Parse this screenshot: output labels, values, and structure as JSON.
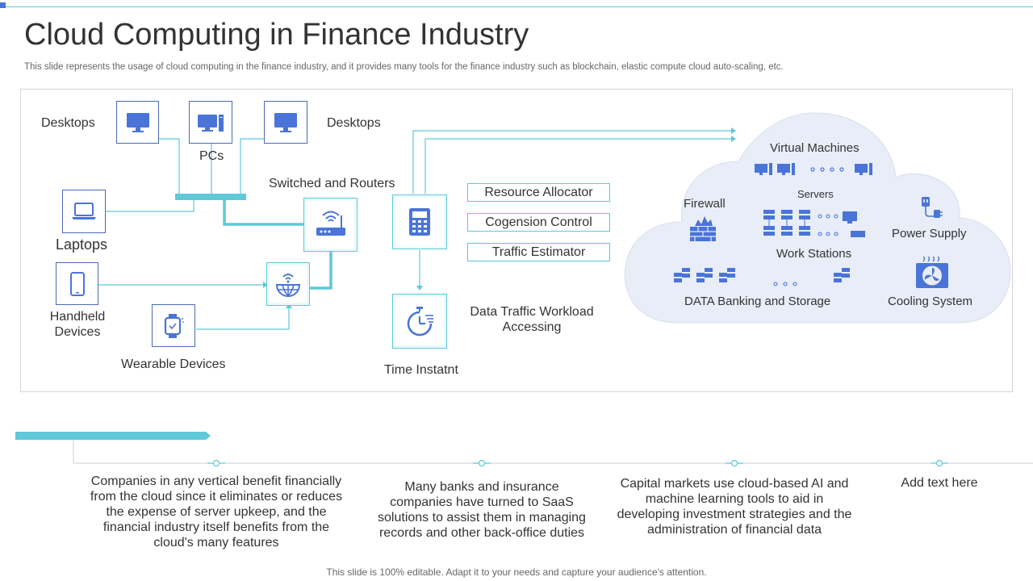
{
  "header": {
    "title": "Cloud Computing in Finance Industry",
    "subtitle": "This slide represents the usage of cloud computing in the finance industry, and it provides many tools for the finance industry such as blockchain, elastic compute cloud auto-scaling, etc."
  },
  "diagram": {
    "desktops_left": "Desktops",
    "desktops_right": "Desktops",
    "pcs": "PCs",
    "laptops": "Laptops",
    "handheld": "Handheld Devices",
    "wearable": "Wearable Devices",
    "switched_routers": "Switched and Routers",
    "time_instant": "Time Instatnt",
    "data_traffic": "Data Traffic Workload Accessing",
    "resource_allocator": "Resource Allocator",
    "cogension_control": "Cogension Control",
    "traffic_estimator": "Traffic Estimator"
  },
  "cloud": {
    "virtual_machines": "Virtual Machines",
    "servers": "Servers",
    "firewall": "Firewall",
    "power_supply": "Power Supply",
    "work_stations": "Work Stations",
    "data_banking": "DATA Banking and Storage",
    "cooling_system": "Cooling System",
    "dots": "○ ○ ○ ○"
  },
  "timeline": [
    {
      "text": "Companies in any vertical benefit financially from the cloud since it eliminates or reduces the expense of server upkeep, and the financial industry itself benefits from the cloud's many features"
    },
    {
      "text": "Many banks and insurance companies have turned to SaaS solutions to assist them in managing records and other back-office duties"
    },
    {
      "text": "Capital markets use cloud-based AI and machine learning tools to aid in developing investment strategies and the administration of financial data"
    },
    {
      "text": "Add text here"
    }
  ],
  "footer": {
    "note": "This slide is 100% editable. Adapt it to your needs and capture your audience's attention."
  },
  "colors": {
    "accent_teal": "#5ec9d8",
    "accent_blue": "#4a74d8",
    "cloud_fill": "#e8edf7"
  }
}
